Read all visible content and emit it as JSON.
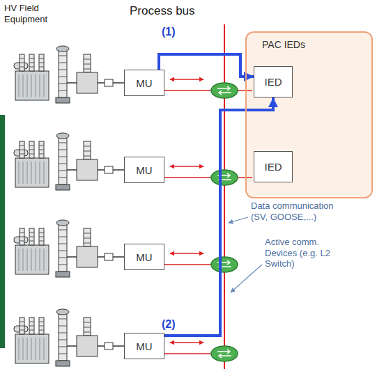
{
  "diagram": {
    "nodes": [
      {
        "text": [
          "MU"
        ]
      },
      {
        "text": [
          "PAC IEDs"
        ]
      },
      {
        "text": [
          "IED"
        ],
        "in": 1
      },
      {
        "text": [
          "MU"
        ]
      },
      {
        "text": [
          "IED"
        ],
        "in": 1
      },
      {
        "text": [
          "MU"
        ]
      },
      {
        "text": [
          "MU"
        ]
      }
    ],
    "edges": [
      {
        "from": 0,
        "to": 2,
        "arrow": "to"
      },
      {
        "from": 6,
        "to": 2,
        "arrow": "to"
      }
    ],
    "labels": [
      "HV Field Equipment",
      "Process bus",
      "(1)",
      "Data communication (SV, GOOSE,...)",
      "Active comm. Devices (e.g. L2 Switch)",
      "(2)"
    ]
  }
}
